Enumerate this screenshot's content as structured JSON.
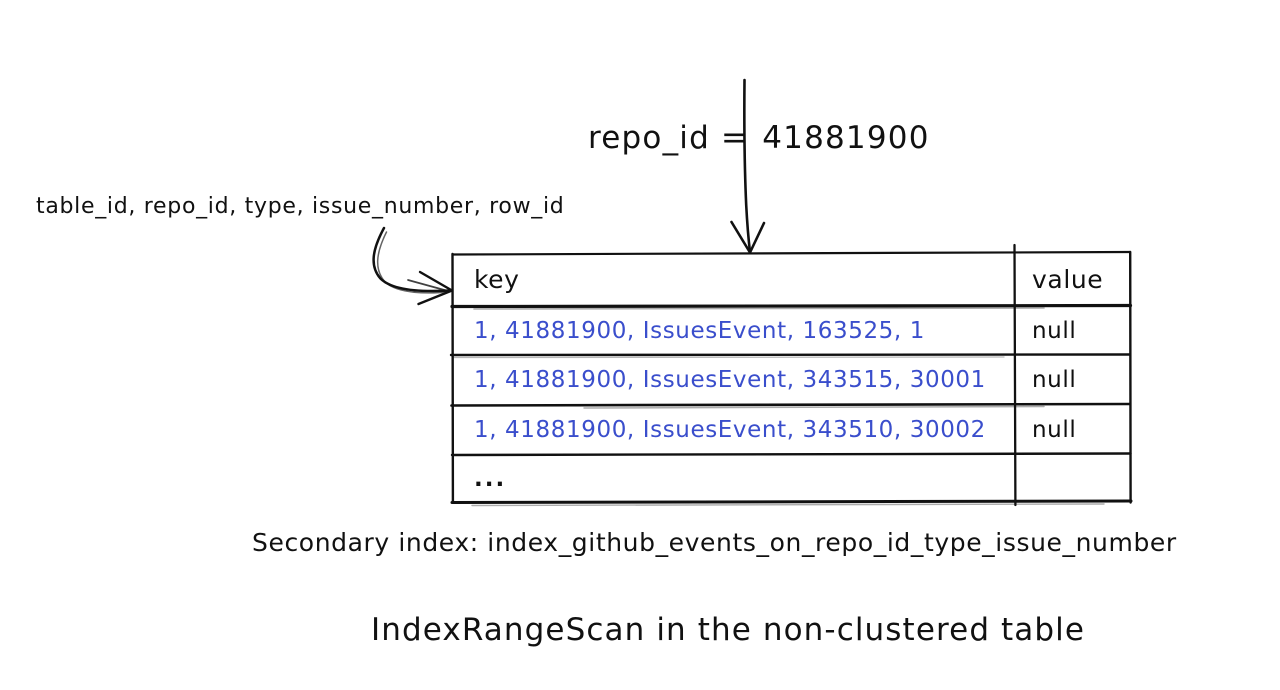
{
  "diagram": {
    "title": "IndexRangeScan in the non-clustered table",
    "caption": "Secondary index: index_github_events_on_repo_id_type_issue_number",
    "index_columns_label": "table_id, repo_id, type, issue_number, row_id",
    "filter": {
      "field": "repo_id",
      "operator": "=",
      "value": "41881900",
      "full_text": "repo_id = 41881900"
    },
    "colors": {
      "ink": "#111111",
      "key_text": "#3a4ecc",
      "background": "#ffffff"
    },
    "annotations": {
      "filter_arrow": "vertical-arrow-pointing-down-to-table",
      "columns_arrow": "curved-arrow-pointing-right-to-key-column"
    }
  },
  "table": {
    "columns": [
      "key",
      "value"
    ],
    "rows": [
      {
        "key": "1, 41881900, IssuesEvent, 163525, 1",
        "value": "null"
      },
      {
        "key": "1, 41881900, IssuesEvent, 343515, 30001",
        "value": "null"
      },
      {
        "key": "1, 41881900, IssuesEvent, 343510, 30002",
        "value": "null"
      },
      {
        "key": "...",
        "value": ""
      }
    ]
  }
}
